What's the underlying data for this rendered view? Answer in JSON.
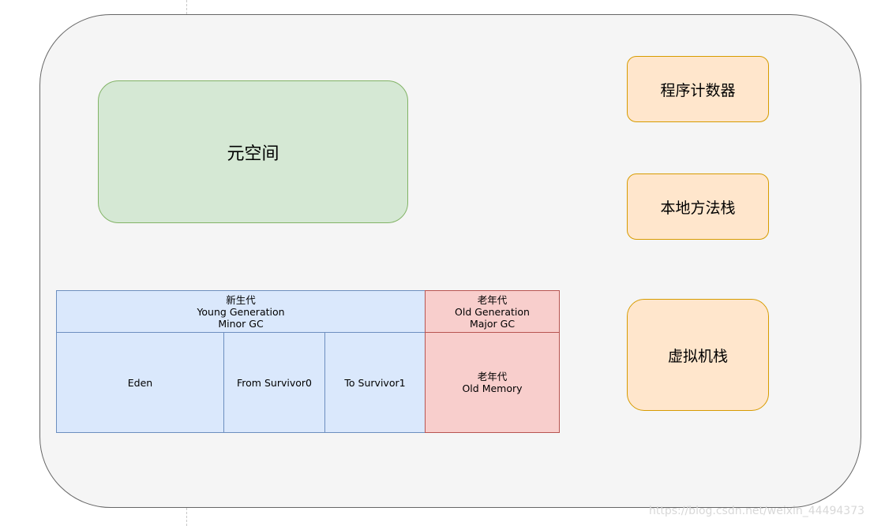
{
  "metaspace": {
    "label": "元空间"
  },
  "program_counter": {
    "label": "程序计数器"
  },
  "native_method_stack": {
    "label": "本地方法栈"
  },
  "vm_stack": {
    "label": "虚拟机栈"
  },
  "heap": {
    "young_generation": {
      "line1": "新生代",
      "line2": "Young Generation",
      "line3": "Minor GC"
    },
    "old_generation": {
      "line1": "老年代",
      "line2": "Old Generation",
      "line3": "Major GC"
    },
    "eden": {
      "label": "Eden"
    },
    "from_survivor": {
      "label": "From Survivor0"
    },
    "to_survivor": {
      "label": "To Survivor1"
    },
    "old_memory": {
      "line1": "老年代",
      "line2": "Old Memory"
    }
  },
  "watermark": "https://blog.csdn.net/weixin_44494373",
  "colors": {
    "outer_fill": "#f5f5f5",
    "metaspace_fill": "#d5e8d4",
    "thread_fill": "#ffe6cc",
    "young_fill": "#dae8fc",
    "old_fill": "#f8cecc"
  }
}
